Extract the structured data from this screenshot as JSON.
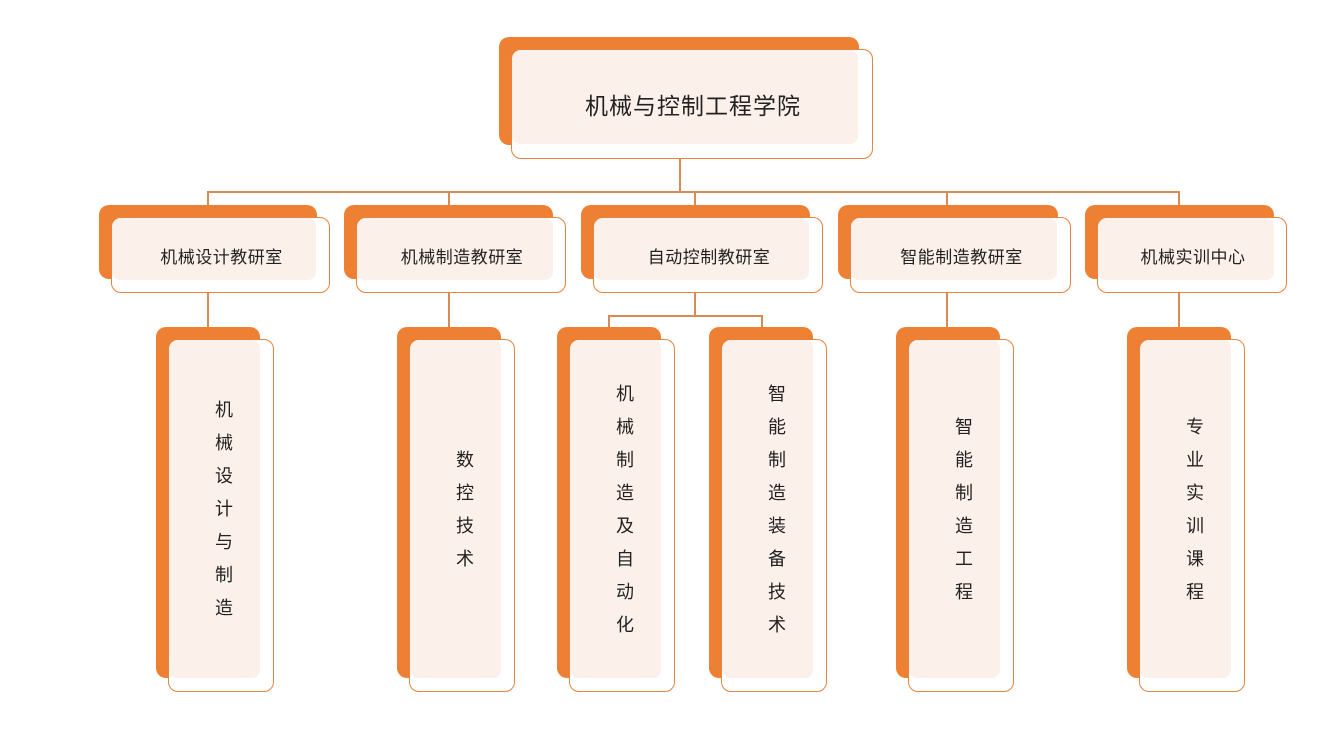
{
  "root": {
    "label": "机械与控制工程学院"
  },
  "departments": [
    {
      "label": "机械设计教研室",
      "children": [
        "机械设计与制造"
      ]
    },
    {
      "label": "机械制造教研室",
      "children": [
        "数控技术"
      ]
    },
    {
      "label": "自动控制教研室",
      "children": [
        "机械制造及自动化",
        "智能制造装备技术"
      ]
    },
    {
      "label": "智能制造教研室",
      "children": [
        "智能制造工程"
      ]
    },
    {
      "label": "机械实训中心",
      "children": [
        "专业实训课程"
      ]
    }
  ],
  "colors": {
    "accent": "#ee8033",
    "border": "#e6843f",
    "card_fill": "#fcf1ea",
    "connector": "#d98a55",
    "text": "#222222"
  }
}
